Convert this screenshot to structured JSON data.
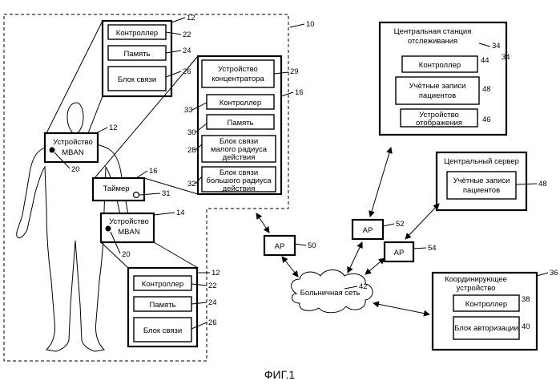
{
  "figure_caption": "ФИГ.1",
  "refs": {
    "system": "10",
    "sensor_top": "12",
    "sensor_mid": "12",
    "sensor_bottom": "12",
    "mban_device_body": "12",
    "mban_device_lower": "14",
    "hub_ref": "16",
    "timer_ref": "16",
    "controller": "22",
    "memory": "24",
    "comm": "26",
    "controller_b": "22",
    "memory_b": "24",
    "comm_b": "26",
    "hub_device": "29",
    "hub_controller": "33",
    "hub_memory": "30",
    "short_range": "28",
    "long_range": "32",
    "timer_indicator": "31",
    "mban_dot": "20",
    "mban_dot_lower": "20",
    "station": "34",
    "station_controller": "44",
    "station_controller_ref": "34",
    "station_records": "48",
    "station_display": "46",
    "server_records": "48",
    "ap1": "50",
    "ap2": "52",
    "ap3": "54",
    "network": "42",
    "coordinator": "36",
    "coord_controller": "38",
    "coord_auth": "40"
  },
  "sensor_top": {
    "controller": "Контроллер",
    "memory": "Память",
    "comm": "Блок связи"
  },
  "sensor_bottom": {
    "controller": "Контроллер",
    "memory": "Память",
    "comm": "Блок связи"
  },
  "hub": {
    "title_line1": "Устройство",
    "title_line2": "концентратора",
    "controller": "Контроллер",
    "memory": "Память",
    "short_line1": "Блок связи",
    "short_line2": "малого радиуса",
    "short_line3": "действия",
    "long_line1": "Блок связи",
    "long_line2": "большого радиуса",
    "long_line3": "действия"
  },
  "mban_upper": {
    "line1": "Устройство",
    "line2": "MBAN"
  },
  "mban_lower": {
    "line1": "Устройство",
    "line2": "MBAN"
  },
  "timer": {
    "label": "Таймер"
  },
  "station": {
    "title_line1": "Центральная станция",
    "title_line2": "отслеживания",
    "controller": "Контроллер",
    "records_line1": "Учётные записи",
    "records_line2": "пациентов",
    "display_line1": "Устройство",
    "display_line2": "отображения"
  },
  "server": {
    "title": "Центральный сервер",
    "records_line1": "Учётные записи",
    "records_line2": "пациентов"
  },
  "ap": {
    "ap1": "AP",
    "ap2": "AP",
    "ap3": "AP"
  },
  "network": {
    "label": "Больничная сеть"
  },
  "coordinator": {
    "title_line1": "Координирующее",
    "title_line2": "устройство",
    "controller": "Контроллер",
    "auth": "Блок авторизации"
  }
}
